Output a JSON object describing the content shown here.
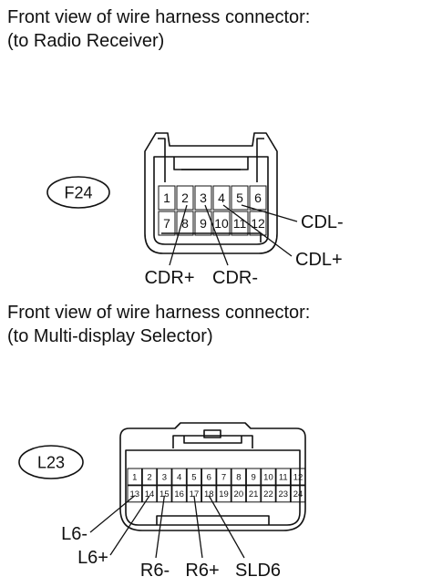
{
  "connectors": [
    {
      "caption_line1": "Front view of wire harness connector:",
      "caption_line2": "(to Radio Receiver)",
      "code": "F24",
      "pins": [
        [
          "1",
          "2",
          "3",
          "4",
          "5",
          "6"
        ],
        [
          "7",
          "8",
          "9",
          "10",
          "11",
          "12"
        ]
      ],
      "signals": [
        {
          "label": "CDL-",
          "pin": "5"
        },
        {
          "label": "CDL+",
          "pin": "4"
        },
        {
          "label": "CDR+",
          "pin": "2"
        },
        {
          "label": "CDR-",
          "pin": "3"
        }
      ]
    },
    {
      "caption_line1": "Front view of wire harness connector:",
      "caption_line2": "(to Multi-display Selector)",
      "code": "L23",
      "pins": [
        [
          "1",
          "2",
          "3",
          "4",
          "5",
          "6",
          "7",
          "8",
          "9",
          "10",
          "11",
          "12"
        ],
        [
          "13",
          "14",
          "15",
          "16",
          "17",
          "18",
          "19",
          "20",
          "21",
          "22",
          "23",
          "24"
        ]
      ],
      "signals": [
        {
          "label": "L6-",
          "pin": "13"
        },
        {
          "label": "L6+",
          "pin": "14"
        },
        {
          "label": "R6-",
          "pin": "15"
        },
        {
          "label": "R6+",
          "pin": "17"
        },
        {
          "label": "SLD6",
          "pin": "18"
        }
      ]
    }
  ]
}
